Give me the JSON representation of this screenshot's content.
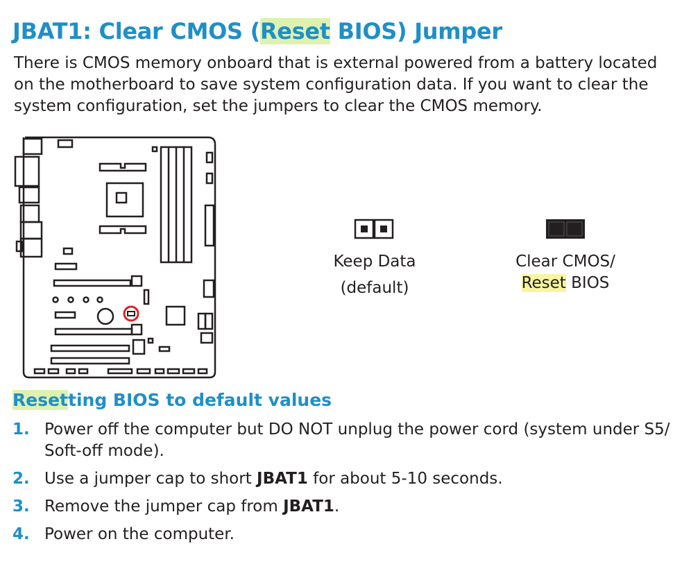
{
  "title": {
    "before": "JBAT1: Clear CMOS (",
    "highlight": "Reset",
    "after": " BIOS) Jumper"
  },
  "intro": "There is CMOS memory onboard that is external powered from a battery located on the motherboard to save system configuration data. If you want to clear the system configuration, set the jumpers to clear the CMOS memory.",
  "jumpers": {
    "keep": {
      "line1": "Keep Data",
      "line2": "(default)"
    },
    "clear": {
      "line1": "Clear CMOS/",
      "line2_highlight": "Reset",
      "line2_rest": " BIOS"
    }
  },
  "subhead": {
    "highlight": "Reset",
    "rest": "ting BIOS to default values"
  },
  "steps": [
    {
      "num": "1.",
      "text": "Power off the computer but DO NOT unplug the power cord (system under S5/ Soft-off mode)."
    },
    {
      "num": "2.",
      "pre": "Use a jumper cap to short ",
      "bold": "JBAT1",
      "post": " for about 5-10 seconds."
    },
    {
      "num": "3.",
      "pre": "Remove the jumper cap from ",
      "bold": "JBAT1",
      "post": "."
    },
    {
      "num": "4.",
      "text": "Power on the computer."
    }
  ],
  "colors": {
    "heading": "#1f8fc6",
    "text": "#231f20",
    "highlight": "#f7f5a0",
    "marker": "#e02020"
  }
}
